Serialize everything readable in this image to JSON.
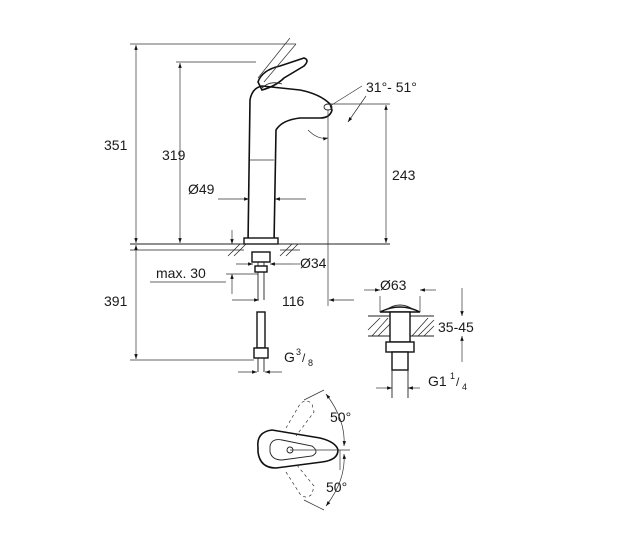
{
  "dimensions": {
    "total_height": "351",
    "spout_height": "319",
    "outlet_height": "243",
    "body_diameter": "Ø49",
    "spout_angle": "31°- 51°",
    "max_deck": "max. 30",
    "hole_diameter": "Ø34",
    "hose_length": "391",
    "connection_thread": "G",
    "connection_sup": "3",
    "connection_sub": "8",
    "reach": "116",
    "waste_diameter": "Ø63",
    "waste_thickness": "35-45",
    "waste_thread": "G1",
    "waste_sup": "1",
    "waste_sub": "4",
    "lever_angle_up": "50°",
    "lever_angle_down": "50°"
  },
  "colors": {
    "line": "#111111",
    "background": "#ffffff"
  }
}
